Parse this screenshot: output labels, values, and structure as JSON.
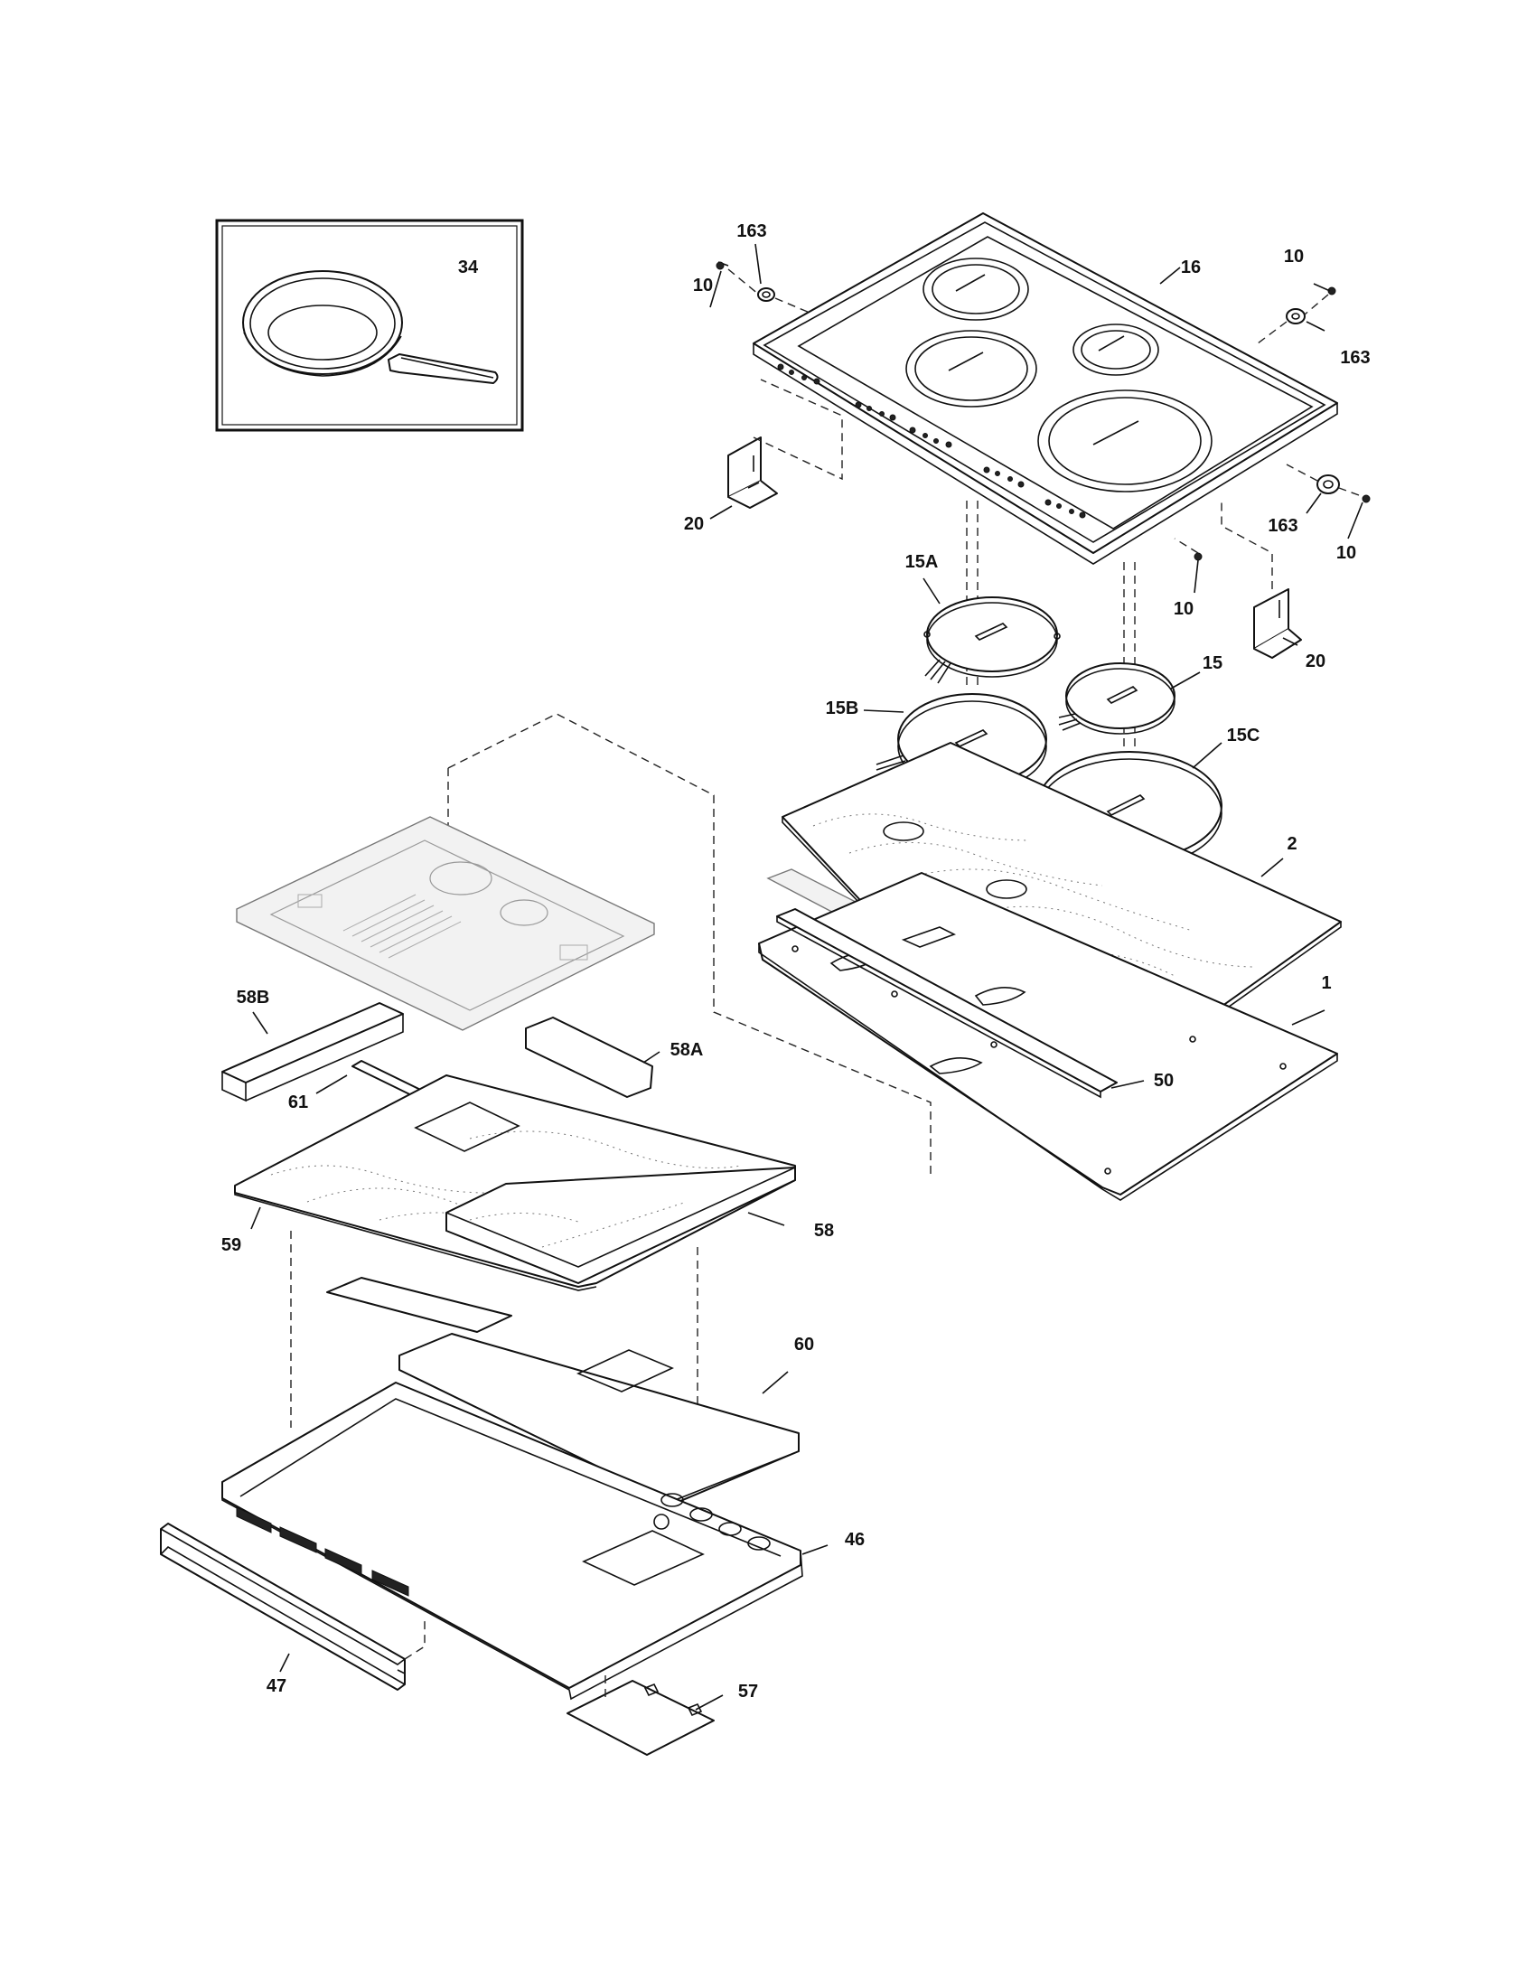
{
  "diagram": {
    "labels": {
      "pan": "34",
      "glass_top": "16",
      "screw_tl": "10",
      "grommet_tl": "163",
      "screw_tr": "10",
      "grommet_tr": "163",
      "grommet_r": "163",
      "screw_r": "10",
      "screw_front": "10",
      "bracket_left": "20",
      "bracket_right": "20",
      "element_15a": "15A",
      "element_15": "15",
      "element_15b": "15B",
      "element_15c": "15C",
      "insulation_2": "2",
      "panel_1": "1",
      "brace_50": "50",
      "insulation_58b": "58B",
      "insulation_58a": "58A",
      "strip_61": "61",
      "insulation_59": "59",
      "insulation_58": "58",
      "shield_60": "60",
      "box_46": "46",
      "rail_47": "47",
      "cover_57": "57"
    }
  }
}
